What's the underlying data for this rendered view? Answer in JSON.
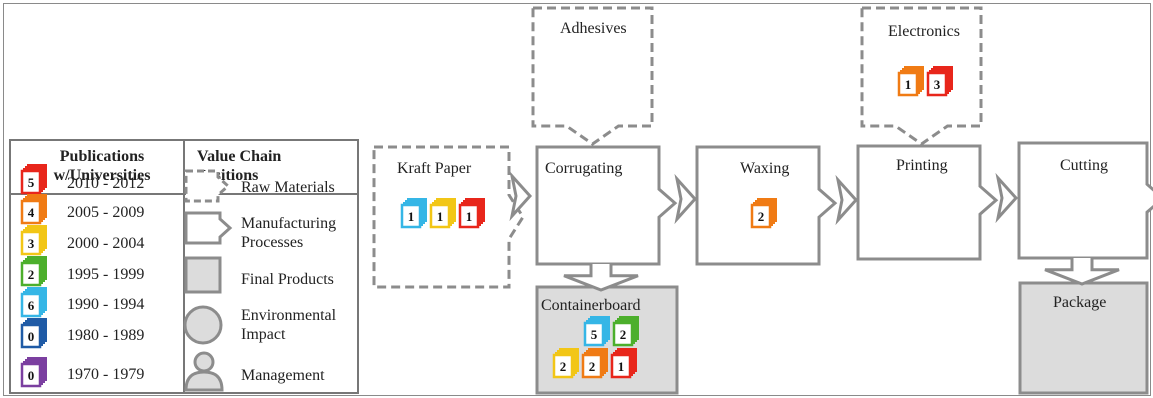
{
  "legend": {
    "publications_header": "Publications w/Universities",
    "positions_header": "Value Chain Positions",
    "periods": [
      {
        "count": "5",
        "range": "2010 - 2012",
        "color": "#e8261b"
      },
      {
        "count": "4",
        "range": "2005 - 2009",
        "color": "#f07b14"
      },
      {
        "count": "3",
        "range": "2000 - 2004",
        "color": "#f2c616"
      },
      {
        "count": "2",
        "range": "1995 - 1999",
        "color": "#4caf2c"
      },
      {
        "count": "6",
        "range": "1990 - 1994",
        "color": "#35b6e6"
      },
      {
        "count": "0",
        "range": "1980 - 1989",
        "color": "#1f5ba6"
      },
      {
        "count": "0",
        "range": "1970 - 1979",
        "color": "#7b3fa0"
      }
    ],
    "positions": {
      "raw": "Raw Materials",
      "manufacturing": "Manufacturing Processes",
      "final": "Final Products",
      "environmental": "Environmental Impact",
      "management": "Management"
    }
  },
  "nodes": {
    "adhesives": {
      "label": "Adhesives",
      "type": "raw",
      "badges": []
    },
    "electronics": {
      "label": "Electronics",
      "type": "raw",
      "badges": [
        {
          "count": "1",
          "period": 1
        },
        {
          "count": "3",
          "period": 0
        }
      ]
    },
    "kraft_paper": {
      "label": "Kraft Paper",
      "type": "raw",
      "badges": [
        {
          "count": "1",
          "period": 4
        },
        {
          "count": "1",
          "period": 2
        },
        {
          "count": "1",
          "period": 0
        }
      ]
    },
    "corrugating": {
      "label": "Corrugating",
      "type": "process",
      "badges": []
    },
    "waxing": {
      "label": "Waxing",
      "type": "process",
      "badges": [
        {
          "count": "2",
          "period": 1
        }
      ]
    },
    "printing": {
      "label": "Printing",
      "type": "process",
      "badges": []
    },
    "cutting": {
      "label": "Cutting",
      "type": "process",
      "badges": []
    },
    "containerboard": {
      "label": "Containerboard",
      "type": "final",
      "badges": [
        {
          "count": "5",
          "period": 4
        },
        {
          "count": "2",
          "period": 3
        },
        {
          "count": "2",
          "period": 2
        },
        {
          "count": "2",
          "period": 1
        },
        {
          "count": "1",
          "period": 0
        }
      ]
    },
    "package": {
      "label": "Package",
      "type": "final",
      "badges": []
    }
  }
}
